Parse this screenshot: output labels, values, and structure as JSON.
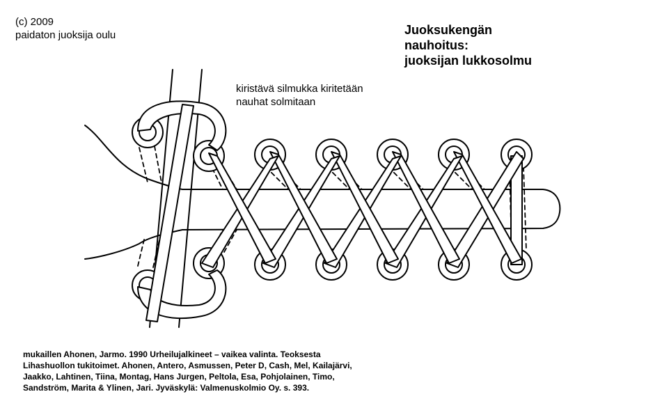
{
  "copyright": {
    "line1": "(c) 2009",
    "line2": "paidaton juoksija oulu"
  },
  "title": {
    "line1": "Juoksukengän",
    "line2": "nauhoitus:",
    "line3": "juoksijan lukkosolmu"
  },
  "note": {
    "line1": "kiristävä silmukka kiritetään",
    "line2": "nauhat solmitaan"
  },
  "credit": {
    "line1": "mukaillen Ahonen, Jarmo. 1990 Urheilujalkineet – vaikea valinta. Teoksesta",
    "line2": "Lihashuollon tukitoimet. Ahonen, Antero, Asmussen, Peter D, Cash, Mel, Kailajärvi,",
    "line3": "Jaakko, Lahtinen, Tiina, Montag, Hans Jurgen, Peltola, Esa, Pohjolainen, Timo,",
    "line4": "Sandström, Marita & Ylinen, Jari. Jyväskylä: Valmenuskolmio Oy. s. 393."
  },
  "colors": {
    "line": "#000000",
    "fill": "#ffffff"
  }
}
